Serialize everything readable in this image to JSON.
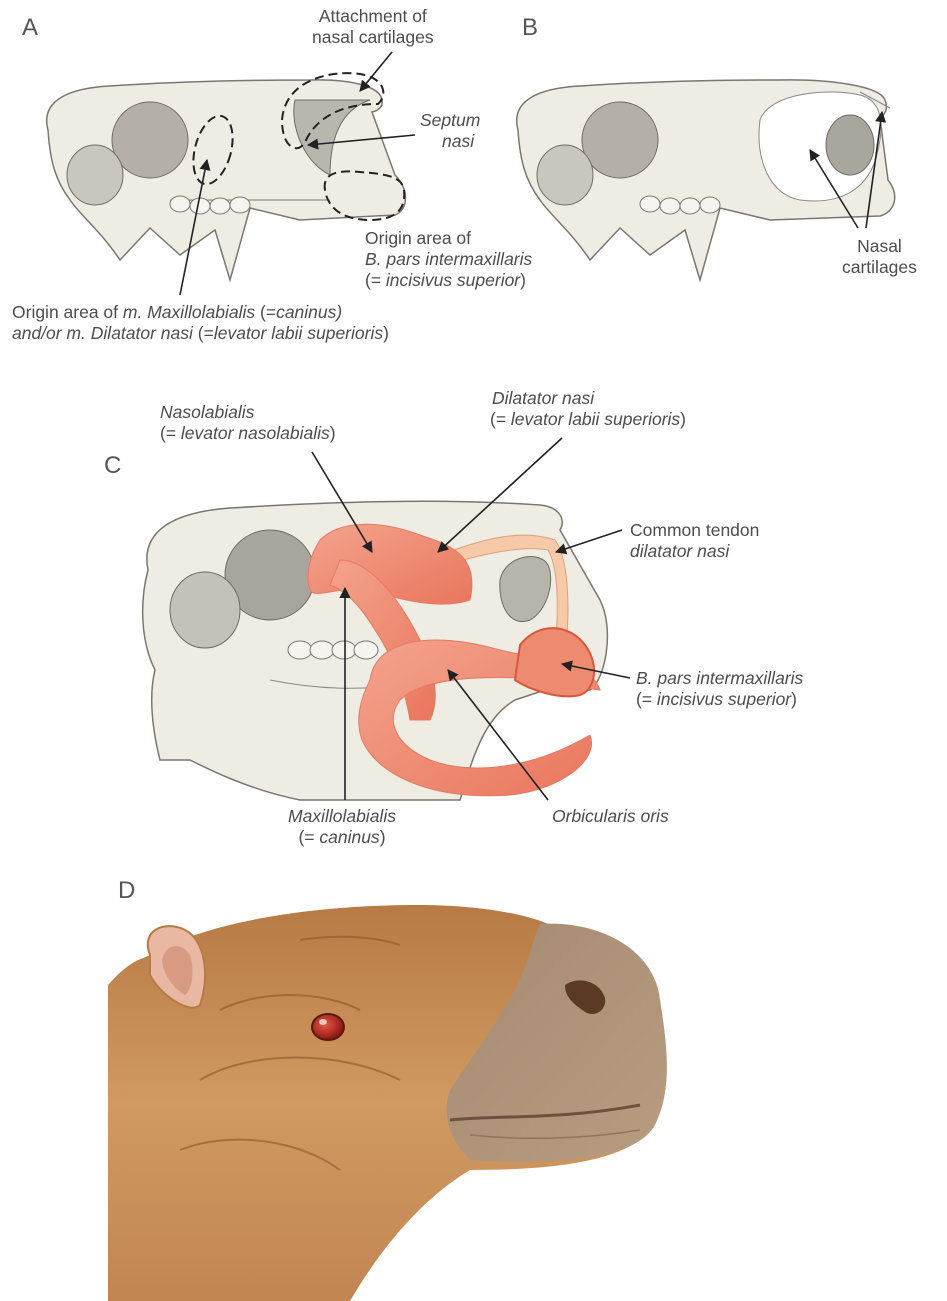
{
  "panels": {
    "a": {
      "letter": "A",
      "labels": {
        "attachment_line1": "Attachment of",
        "attachment_line2": "nasal cartilages",
        "septum_line1": "Septum",
        "septum_line2": "nasi",
        "origin_b_line1": "Origin area of",
        "origin_b_line2": "B. pars intermaxillaris",
        "origin_b_line3_pre": "(= ",
        "origin_b_line3_it": "incisivus superior",
        "origin_b_line3_post": ")",
        "origin_m_line1_pre": "Origin area of ",
        "origin_m_line1_it": "m. Maxillolabialis",
        "origin_m_line1_mid": " (=",
        "origin_m_line1_it2": "caninus)",
        "origin_m_line2_it": "and/or m. Dilatator nasi",
        "origin_m_line2_mid": " (=",
        "origin_m_line2_it2": "levator labii superioris",
        "origin_m_line2_post": ")"
      }
    },
    "b": {
      "letter": "B",
      "labels": {
        "nasal_line1": "Nasal",
        "nasal_line2": "cartilages"
      }
    },
    "c": {
      "letter": "C",
      "labels": {
        "nasolabialis_line1": "Nasolabialis",
        "nasolabialis_line2_pre": "(= ",
        "nasolabialis_line2_it": "levator nasolabialis",
        "nasolabialis_line2_post": ")",
        "dilatator_line1": "Dilatator nasi",
        "dilatator_line2_pre": "(= ",
        "dilatator_line2_it": "levator labii superioris",
        "dilatator_line2_post": ")",
        "tendon_line1": "Common tendon",
        "tendon_line2": "dilatator nasi",
        "bpars_line1": "B. pars intermaxillaris",
        "bpars_line2_pre": "(= ",
        "bpars_line2_it": "incisivus superior",
        "bpars_line2_post": ")",
        "maxillo_line1": "Maxillolabialis",
        "maxillo_line2_pre": "(= ",
        "maxillo_line2_it": "caninus",
        "maxillo_line2_post": ")",
        "orbicularis": "Orbicularis oris"
      }
    },
    "d": {
      "letter": "D"
    }
  },
  "colors": {
    "bone": "#efece4",
    "bone_shade": "#a7a49c",
    "muscle": "#ef8a72",
    "muscle_dark": "#d9573d",
    "tendon": "#f6c9a8",
    "fur": "#c98a52",
    "fur_dark": "#8e552a",
    "snout": "#a88a70",
    "eye": "#b2211c",
    "ear": "#e9b8a2"
  }
}
